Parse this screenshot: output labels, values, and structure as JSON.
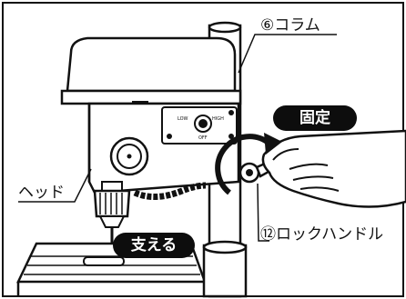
{
  "labels": {
    "column": "⑥コラム",
    "head": "ヘッド",
    "lock_handle": "⑫ロックハンドル",
    "fix": "固定",
    "support": "支える"
  },
  "panel": {
    "low": "LOW",
    "high": "HIGH",
    "off": "OFF"
  }
}
